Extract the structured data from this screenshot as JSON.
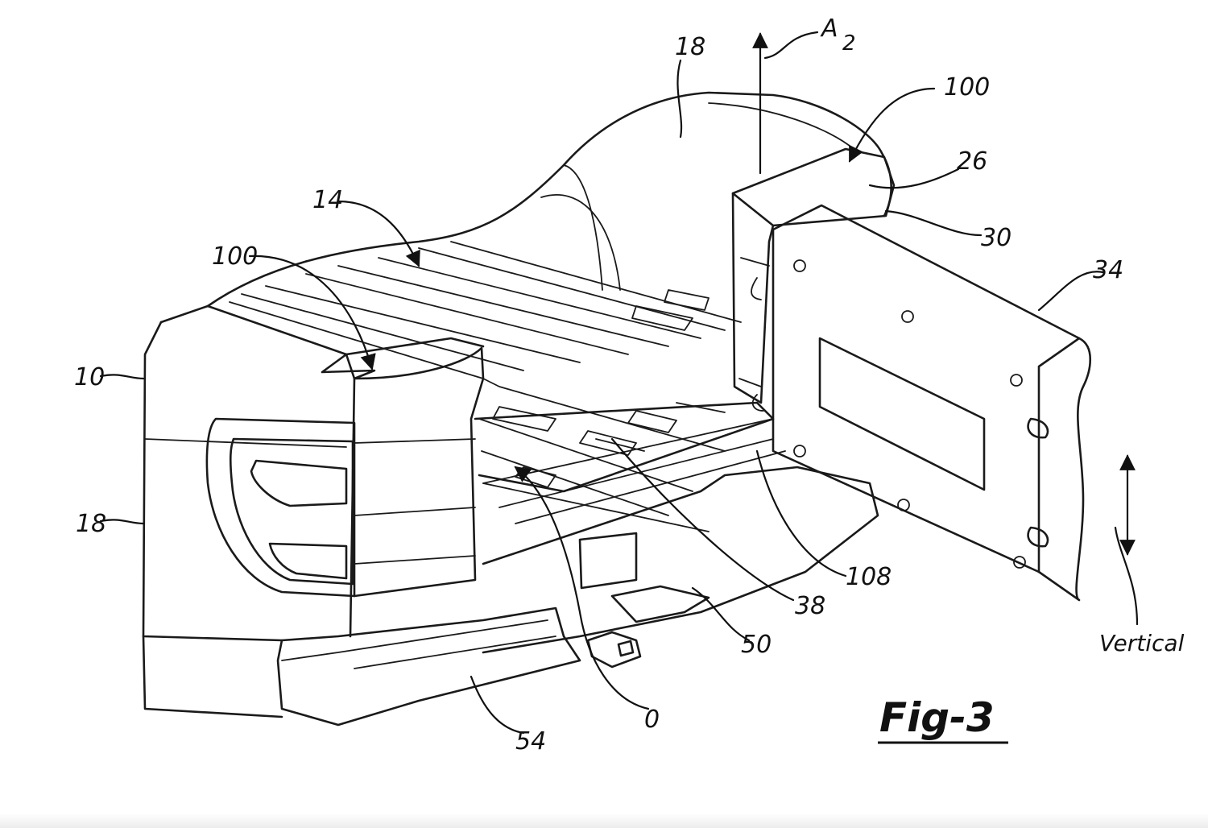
{
  "figure": {
    "title": "Fig-3",
    "reference_labels": {
      "a2": "A",
      "a2_sub": "2",
      "r18_top": "18",
      "r100_right": "100",
      "r26": "26",
      "r30": "30",
      "r34": "34",
      "r14": "14",
      "r100_left": "100",
      "r10": "10",
      "r18_left": "18",
      "r108": "108",
      "r38": "38",
      "r50": "50",
      "r0": "0",
      "r54": "54",
      "vertical": "Vertical"
    }
  }
}
